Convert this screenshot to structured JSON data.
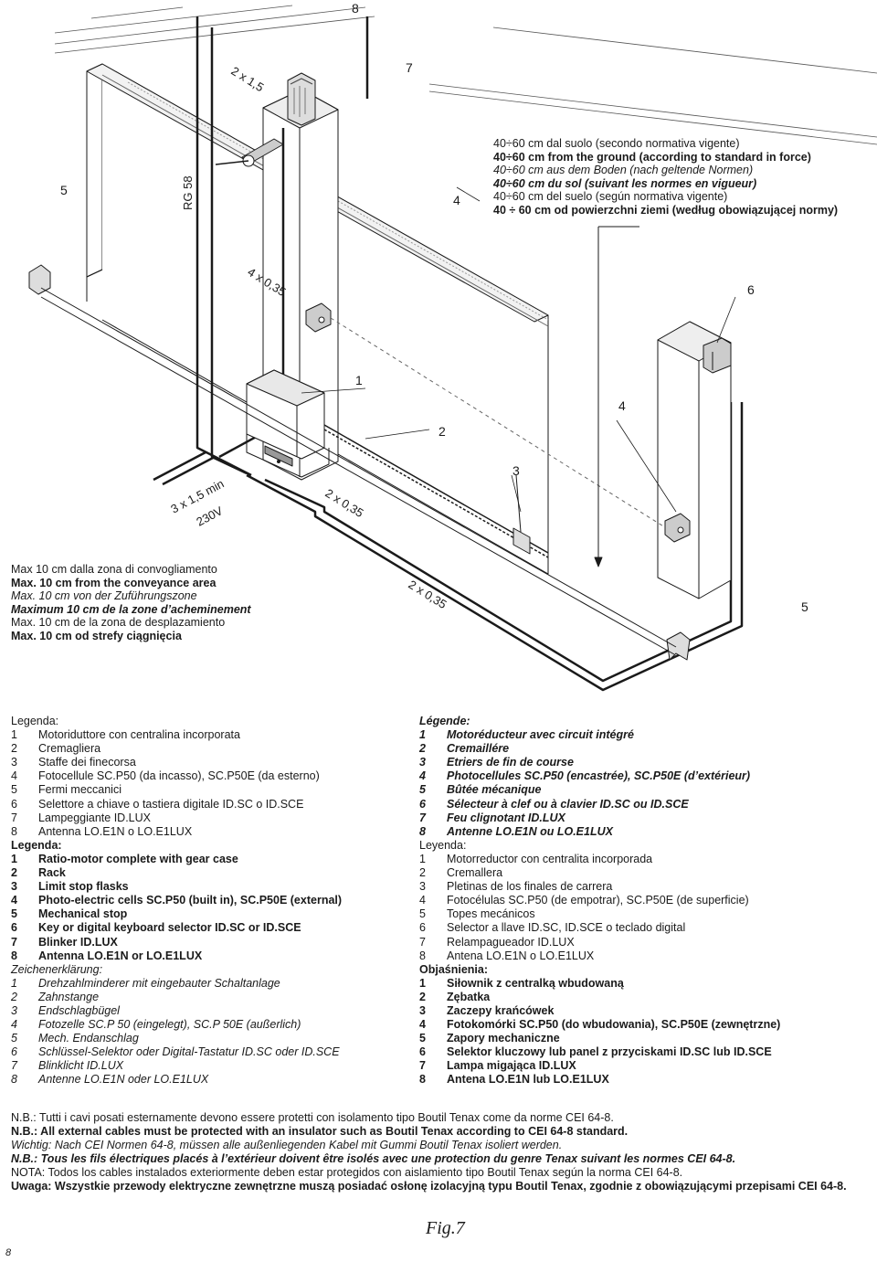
{
  "diagram": {
    "callouts": {
      "n8": "8",
      "n7": "7",
      "n5_left": "5",
      "n4_top": "4",
      "n6": "6",
      "n1": "1",
      "n4_mid": "4",
      "n2": "2",
      "n3": "3",
      "n5_right": "5"
    },
    "cables": {
      "rg58": "RG 58",
      "c2x15": "2 x 1,5",
      "c4x035": "4 x 0,35",
      "c3x15": "3 x 1,5 min",
      "v230": "230V",
      "c2x035_a": "2 x 0,35",
      "c2x035_b": "2 x 0,35"
    },
    "height_note": [
      "40÷60 cm dal suolo (secondo normativa vigente)",
      "40÷60 cm from the ground (according to standard in force)",
      "40÷60 cm aus dem Boden (nach geltende Normen)",
      "40÷60 cm du sol (suivant les normes en vigueur)",
      "40÷60 cm del suelo (según normativa vigente)",
      "40 ÷ 60 cm od powierzchni ziemi (według obowiązującej normy)"
    ],
    "conveyance_note": [
      "Max 10 cm dalla zona di convogliamento",
      "Max. 10 cm from the conveyance area",
      "Max. 10 cm von der Zuführungszone",
      "Maximum 10 cm de la zone d’acheminement",
      "Max. 10 cm de la zona de desplazamiento",
      "Max. 10 cm od strefy ciągnięcia"
    ]
  },
  "legend_left": {
    "it": {
      "title": "Legenda:",
      "items": [
        {
          "n": "1",
          "t": "Motoriduttore con centralina incorporata"
        },
        {
          "n": "2",
          "t": "Cremagliera"
        },
        {
          "n": "3",
          "t": "Staffe dei finecorsa"
        },
        {
          "n": "4",
          "t": "Fotocellule SC.P50 (da incasso), SC.P50E (da esterno)"
        },
        {
          "n": "5",
          "t": "Fermi meccanici"
        },
        {
          "n": "6",
          "t": "Selettore a chiave o tastiera digitale ID.SC o ID.SCE"
        },
        {
          "n": "7",
          "t": "Lampeggiante ID.LUX"
        },
        {
          "n": "8",
          "t": "Antenna LO.E1N o LO.E1LUX"
        }
      ]
    },
    "en": {
      "title": "Legenda:",
      "items": [
        {
          "n": "1",
          "t": "Ratio-motor complete with gear case"
        },
        {
          "n": "2",
          "t": "Rack"
        },
        {
          "n": "3",
          "t": "Limit stop flasks"
        },
        {
          "n": "4",
          "t": "Photo-electric cells SC.P50 (built in), SC.P50E (external)"
        },
        {
          "n": "5",
          "t": "Mechanical stop"
        },
        {
          "n": "6",
          "t": "Key or digital keyboard selector ID.SC or ID.SCE"
        },
        {
          "n": "7",
          "t": "Blinker ID.LUX"
        },
        {
          "n": "8",
          "t": "Antenna LO.E1N or LO.E1LUX"
        }
      ]
    },
    "de": {
      "title": "Zeichenerklärung:",
      "items": [
        {
          "n": "1",
          "t": "Drehzahlminderer mit eingebauter Schaltanlage"
        },
        {
          "n": "2",
          "t": "Zahnstange"
        },
        {
          "n": "3",
          "t": "Endschlagbügel"
        },
        {
          "n": "4",
          "t": "Fotozelle SC.P 50 (eingelegt), SC.P 50E (außerlich)"
        },
        {
          "n": "5",
          "t": "Mech. Endanschlag"
        },
        {
          "n": "6",
          "t": "Schlüssel-Selektor oder Digital-Tastatur ID.SC oder ID.SCE"
        },
        {
          "n": "7",
          "t": "Blinklicht ID.LUX"
        },
        {
          "n": "8",
          "t": "Antenne LO.E1N oder LO.E1LUX"
        }
      ]
    }
  },
  "legend_right": {
    "fr": {
      "title": "Légende:",
      "items": [
        {
          "n": "1",
          "t": "Motoréducteur avec circuit intégré"
        },
        {
          "n": "2",
          "t": "Cremaillére"
        },
        {
          "n": "3",
          "t": "Etriers de fin de course"
        },
        {
          "n": "4",
          "t": "Photocellules SC.P50 (encastrée), SC.P50E (d’extérieur)"
        },
        {
          "n": "5",
          "t": "Bûtée mécanique"
        },
        {
          "n": "6",
          "t": "Sélecteur à clef ou à clavier ID.SC ou ID.SCE"
        },
        {
          "n": "7",
          "t": "Feu clignotant ID.LUX"
        },
        {
          "n": "8",
          "t": "Antenne LO.E1N ou LO.E1LUX"
        }
      ]
    },
    "es": {
      "title": "Leyenda:",
      "items": [
        {
          "n": "1",
          "t": "Motorreductor con centralita incorporada"
        },
        {
          "n": "2",
          "t": "Cremallera"
        },
        {
          "n": "3",
          "t": "Pletinas de los finales de carrera"
        },
        {
          "n": "4",
          "t": "Fotocélulas SC.P50 (de empotrar), SC.P50E (de superficie)"
        },
        {
          "n": "5",
          "t": "Topes mecánicos"
        },
        {
          "n": "6",
          "t": "Selector a llave ID.SC, ID.SCE o teclado digital"
        },
        {
          "n": "7",
          "t": "Relampagueador ID.LUX"
        },
        {
          "n": "8",
          "t": "Antena LO.E1N o LO.E1LUX"
        }
      ]
    },
    "pl": {
      "title": "Objaśnienia:",
      "items": [
        {
          "n": "1",
          "t": "Siłownik z centralką wbudowaną"
        },
        {
          "n": "2",
          "t": "Zębatka"
        },
        {
          "n": "3",
          "t": "Zaczepy krańcówek"
        },
        {
          "n": "4",
          "t": "Fotokomórki SC.P50 (do wbudowania), SC.P50E (zewnętrzne)"
        },
        {
          "n": "5",
          "t": "Zapory mechaniczne"
        },
        {
          "n": "6",
          "t": "Selektor kluczowy lub panel z przyciskami ID.SC lub ID.SCE"
        },
        {
          "n": "7",
          "t": "Lampa migająca ID.LUX"
        },
        {
          "n": "8",
          "t": "Antena LO.E1N lub LO.E1LUX"
        }
      ]
    }
  },
  "notes": {
    "it": "N.B.: Tutti i cavi posati esternamente devono essere protetti con isolamento tipo Boutil Tenax come da norme CEI 64-8.",
    "en": "N.B.: All external cables must be protected with an insulator such as Boutil Tenax according to CEI 64-8 standard.",
    "de": "Wichtig: Nach CEI Normen 64-8, müssen alle außenliegenden Kabel mit Gummi Boutil Tenax isoliert werden.",
    "fr": "N.B.: Tous les fils électriques placés à l’extérieur doivent être isolés avec une protection du genre Tenax suivant les normes CEI 64-8.",
    "es": "NOTA: Todos los cables instalados exteriormente deben estar protegidos con aislamiento tipo Boutil Tenax según la norma CEI 64-8.",
    "pl": "Uwaga: Wszystkie przewody elektryczne zewnętrzne muszą posiadać osłonę izolacyjną typu Boutil Tenax, zgodnie z obowiązującymi przepisami CEI 64-8."
  },
  "figure_caption": "Fig.7",
  "page_number": "8"
}
